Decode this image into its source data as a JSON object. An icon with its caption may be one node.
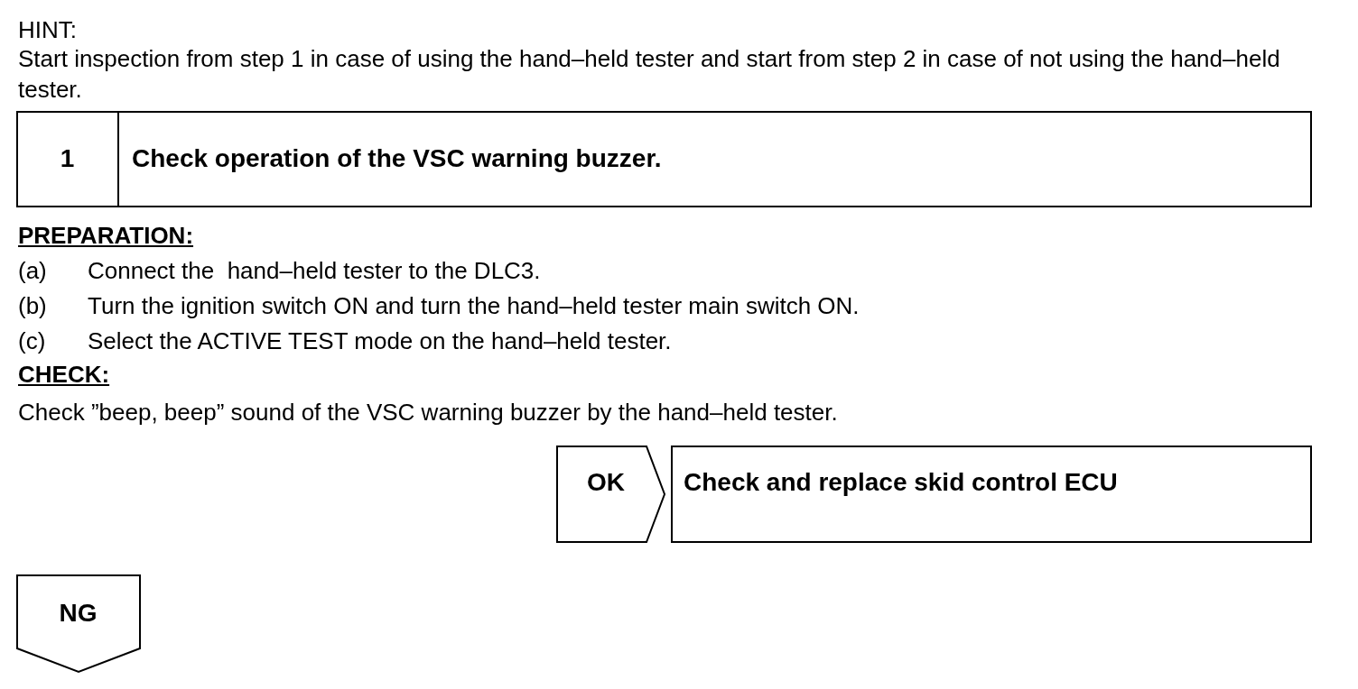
{
  "diagram": {
    "nodes": [
      {
        "text": [
          "1",
          "Check operation of the VSC warning buzzer."
        ]
      },
      {
        "text": [
          "OK"
        ]
      },
      {
        "text": [
          "Check and replace skid control ECU"
        ]
      },
      {
        "text": [
          "NG"
        ]
      }
    ],
    "labels": [
      "HINT:",
      "Start inspection from step 1 in case of using the hand–held tester and start from step 2 in case of not using the hand–held tester.",
      "PREPARATION:",
      "(a)",
      "Connect the  hand–held tester to the DLC3.",
      "(b)",
      "Turn the ignition switch ON and turn the hand–held tester main switch ON.",
      "(c)",
      "Select the ACTIVE TEST mode on the hand–held tester.",
      "CHECK:",
      "Check ”beep, beep” sound of the VSC warning buzzer by the hand–held tester."
    ]
  }
}
